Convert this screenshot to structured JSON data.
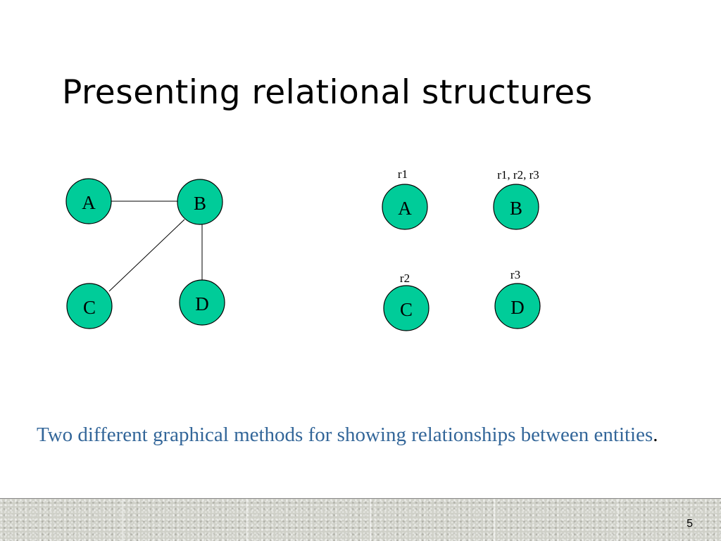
{
  "slide": {
    "title": "Presenting relational structures",
    "caption": "Two different graphical methods for showing relationships between entities",
    "caption_end": ".",
    "page_number": "5"
  },
  "colors": {
    "node_fill": "#00cc99",
    "caption_text": "#336699"
  },
  "graph_view": {
    "nodes": [
      {
        "label": "A"
      },
      {
        "label": "B"
      },
      {
        "label": "C"
      },
      {
        "label": "D"
      }
    ],
    "edges": [
      [
        "A",
        "B"
      ],
      [
        "B",
        "C"
      ],
      [
        "B",
        "D"
      ]
    ]
  },
  "tag_view": {
    "nodes": [
      {
        "label": "A",
        "tags": "r1"
      },
      {
        "label": "B",
        "tags": "r1, r2, r3"
      },
      {
        "label": "C",
        "tags": "r2"
      },
      {
        "label": "D",
        "tags": "r3"
      }
    ]
  }
}
